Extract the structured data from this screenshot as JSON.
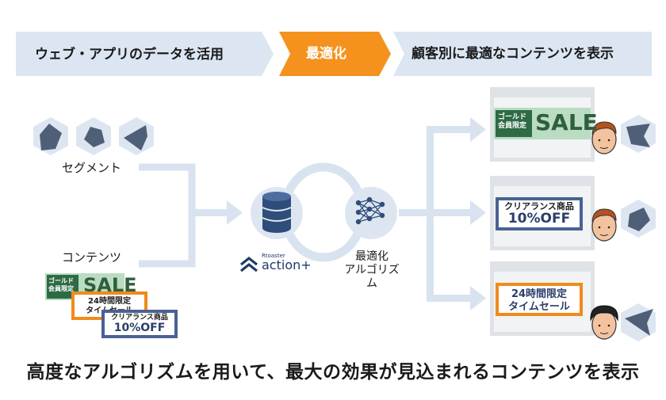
{
  "header": {
    "step1": "ウェブ・アプリのデータを活用",
    "step2": "最適化",
    "step3": "顧客別に最適なコンテンツを表示"
  },
  "inputs": {
    "segment_label": "セグメント",
    "content_label": "コンテンツ"
  },
  "engine": {
    "brand_small": "Rtoaster",
    "brand_main": "action+",
    "algo_label_line1": "最適化",
    "algo_label_line2": "アルゴリズム"
  },
  "cards": {
    "sale_small_line1": "ゴールド",
    "sale_small_line2": "会員限定",
    "sale_big": "SALE",
    "timesale_line1": "24時間限定",
    "timesale_line2": "タイムセール",
    "clearance_line1": "クリアランス商品",
    "clearance_line2": "10%OFF"
  },
  "caption": "高度なアルゴリズムを用いて、最大の効果が見込まれるコンテンツを表示",
  "colors": {
    "step_bg": "#dce6f2",
    "accent_orange": "#f5921e",
    "flow_arrow": "#d8e3ef",
    "sale_green": "#2e6b45",
    "sale_bg": "#b9dcc3",
    "clearance_blue": "#4a6294",
    "timesale_orange": "#f08a1c",
    "hex_fill": "#dde6f0",
    "radar_fill": "#4f5f77"
  }
}
